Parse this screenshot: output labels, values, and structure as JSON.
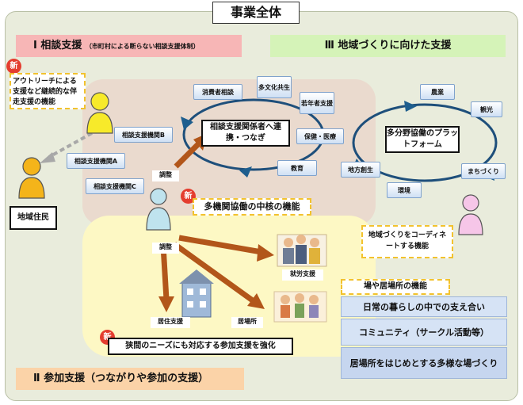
{
  "title": "事業全体",
  "sections": {
    "s1_label": "Ⅰ 相談支援",
    "s1_sub": "（市町村による断らない相談支援体制）",
    "s3_label": "Ⅲ 地域づくりに向けた支援",
    "s2_label": "Ⅱ 参加支援（つながりや参加の支援）"
  },
  "new_badge": "新",
  "outreach_note": "アウトリーチによる支援など継続的な伴走支援の機能",
  "resident": "地域住民",
  "agencies": [
    "相談支援機関B",
    "相談支援機関A",
    "相談支援機関C"
  ],
  "cluster1": {
    "center": "相談支援関係者へ連携・つなぎ",
    "chips": [
      "消費者相談",
      "多文化共生",
      "若年者支援",
      "保健・医療",
      "教育"
    ]
  },
  "adjust1": "調整",
  "adjust2": "調整",
  "multi_agency_core": "多機関協働の中核の機能",
  "cluster3": {
    "center": "多分野協働のプラットフォーム",
    "chips": [
      "農業",
      "観光",
      "まちづくり",
      "環境",
      "地方創生"
    ]
  },
  "coordinator_note": "地域づくりをコーディネートする機能",
  "participation": {
    "employment": "就労支援",
    "housing": "居住支援",
    "place": "居場所",
    "narrow_needs": "狭間のニーズにも対応する参加支援を強化"
  },
  "function_card": {
    "header": "場や居場所の機能",
    "items": [
      "日常の暮らしの中での支え合い",
      "コミュニティ（サークル活動等）",
      "居場所をはじめとする多様な場づくり"
    ]
  },
  "colors": {
    "frame_bg": "#e9ecdc",
    "section1": "#f7b6b6",
    "section2": "#fbd3a8",
    "section3": "#d5f3b8",
    "arrow": "#b2561a",
    "person_yellow": "#f7ea2a",
    "person_blue": "#bfe3ee",
    "person_pink": "#f6c6e8"
  }
}
